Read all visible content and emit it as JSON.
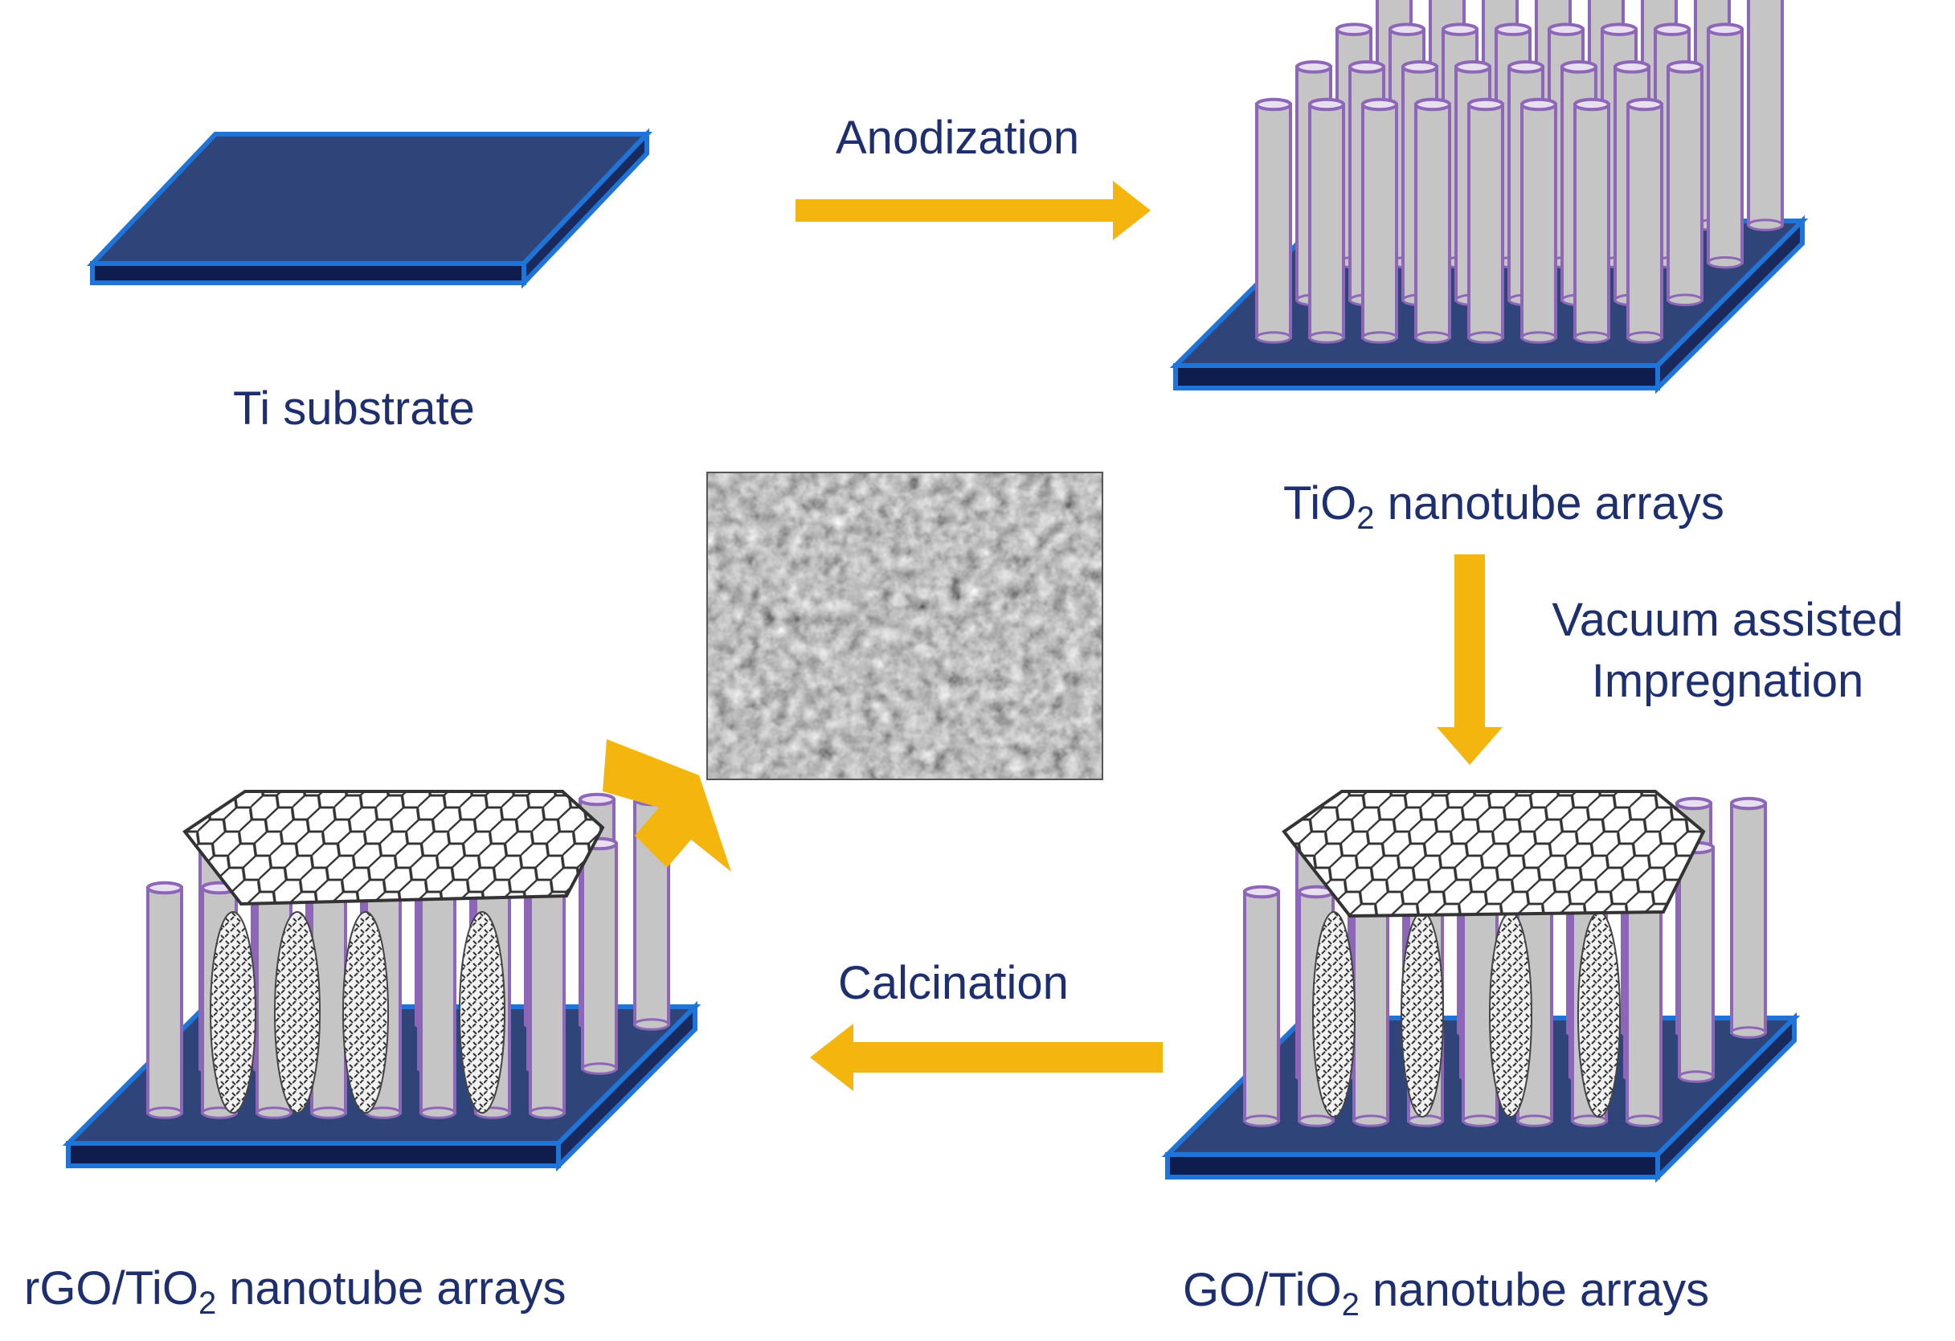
{
  "palette": {
    "label_color": "#1d2f6e",
    "arrow_color": "#f5b50f",
    "substrate_top": "#2f4579",
    "substrate_side": "#1a2a5c",
    "substrate_edge": "#1f74d8",
    "tube_fill": "#c5c5c5",
    "tube_outline": "#8e66b8",
    "graphene_line": "#333333"
  },
  "labels": {
    "ti_substrate": "Ti substrate",
    "tio2_arrays": {
      "pre": "TiO",
      "sub": "2",
      "post": " nanotube arrays"
    },
    "go_tio2_arrays": {
      "pre": "GO/TiO",
      "sub": "2",
      "post": " nanotube arrays"
    },
    "rgo_tio2_arrays": {
      "pre": "rGO/TiO",
      "sub": "2",
      "post": " nanotube arrays"
    },
    "steps": {
      "anodization": "Anodization",
      "vacuum_line1": "Vacuum assisted",
      "vacuum_line2": "Impregnation",
      "calcination": "Calcination"
    }
  },
  "icons": {
    "arrow_anodization": "right-arrow-icon",
    "arrow_vacuum": "down-arrow-icon",
    "arrow_calcination": "left-arrow-icon",
    "arrow_sem": "diagonal-up-right-arrow-icon"
  },
  "inset": {
    "kind": "SEM micrograph of nanotube array top surface"
  }
}
